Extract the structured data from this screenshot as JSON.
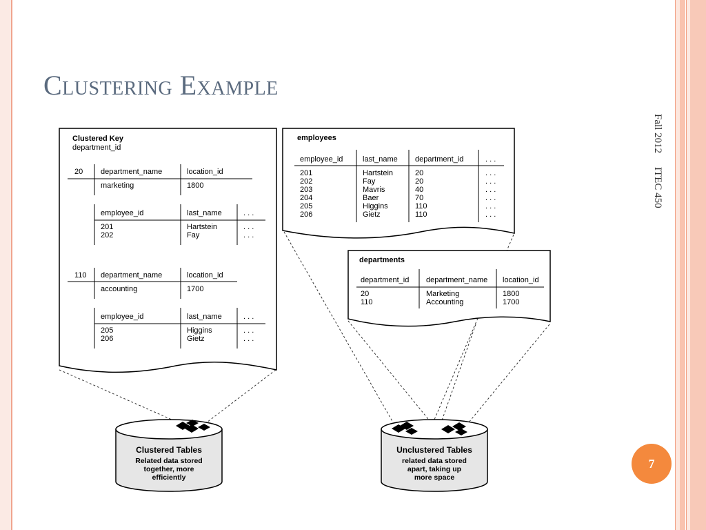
{
  "slide": {
    "title": "Clustering Example",
    "footer_date": "Fall 2012",
    "footer_course": "ITEC 450",
    "page_number": "7"
  },
  "clustered_panel": {
    "key_title": "Clustered Key",
    "key_column": "department_id",
    "groups": [
      {
        "key": "20",
        "dept_headers": [
          "department_name",
          "location_id"
        ],
        "dept_row": [
          "marketing",
          "1800"
        ],
        "emp_headers": [
          "employee_id",
          "last_name",
          ". . ."
        ],
        "emp_rows": [
          [
            "201",
            "Hartstein",
            ". . ."
          ],
          [
            "202",
            "Fay",
            ". . ."
          ]
        ]
      },
      {
        "key": "110",
        "dept_headers": [
          "department_name",
          "location_id"
        ],
        "dept_row": [
          "accounting",
          "1700"
        ],
        "emp_headers": [
          "employee_id",
          "last_name",
          ". . ."
        ],
        "emp_rows": [
          [
            "205",
            "Higgins",
            ". . ."
          ],
          [
            "206",
            "Gietz",
            ". . ."
          ]
        ]
      }
    ]
  },
  "employees_table": {
    "title": "employees",
    "headers": [
      "employee_id",
      "last_name",
      "department_id",
      ". . ."
    ],
    "rows": [
      [
        "201",
        "Hartstein",
        "20",
        ". . ."
      ],
      [
        "202",
        "Fay",
        "20",
        ". . ."
      ],
      [
        "203",
        "Mavris",
        "40",
        ". . ."
      ],
      [
        "204",
        "Baer",
        "70",
        ". . ."
      ],
      [
        "205",
        "Higgins",
        "110",
        ". . ."
      ],
      [
        "206",
        "Gietz",
        "110",
        ". . ."
      ]
    ]
  },
  "departments_table": {
    "title": "departments",
    "headers": [
      "department_id",
      "department_name",
      "location_id"
    ],
    "rows": [
      [
        "20",
        "Marketing",
        "1800"
      ],
      [
        "110",
        "Accounting",
        "1700"
      ]
    ]
  },
  "clustered_db": {
    "label": "Clustered Tables",
    "desc": [
      "Related data stored",
      "together, more",
      "efficiently"
    ]
  },
  "unclustered_db": {
    "label": "Unclustered Tables",
    "desc": [
      "related data stored",
      "apart, taking up",
      "more space"
    ]
  },
  "colors": {
    "title": "#5a6a7e",
    "accent_orange": "#f4893d",
    "stripe_pink": "#f8c9b8"
  }
}
